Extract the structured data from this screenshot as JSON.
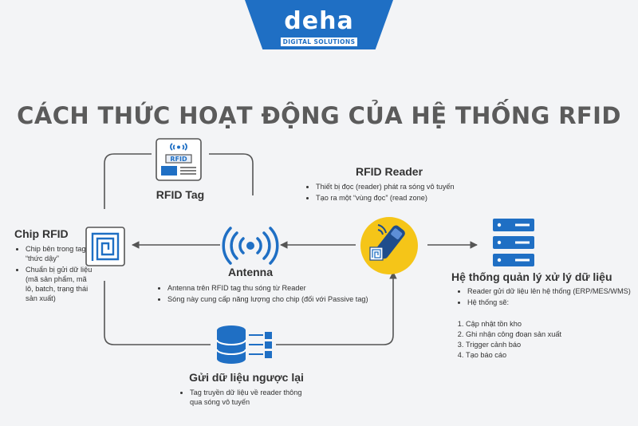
{
  "logo": {
    "name": "deha",
    "sub": "DIGITAL SOLUTIONS"
  },
  "title": "CÁCH THỨC HOẠT ĐỘNG CỦA HỆ THỐNG RFID",
  "rfid_tag": {
    "title": "RFID Tag",
    "card_label": "RFID"
  },
  "rfid_reader": {
    "title": "RFID Reader",
    "bullets": [
      "Thiết bị đọc (reader) phát ra sóng vô tuyến",
      "Tạo ra một “vùng đọc” (read zone)"
    ]
  },
  "chip": {
    "title": "Chip RFID",
    "bullets": [
      "Chip bên trong tag “thức dậy”",
      "Chuẩn bị gửi dữ liệu (mã sản phẩm, mã lô, batch, trạng thái sản xuất)"
    ]
  },
  "antenna": {
    "title": "Antenna",
    "bullets": [
      "Antenna trên RFID tag thu sóng từ Reader",
      "Sóng này cung cấp năng lượng cho chip (đối với Passive tag)"
    ]
  },
  "send_back": {
    "title": "Gửi dữ liệu ngược lại",
    "bullets": [
      "Tag truyền dữ liệu về reader thông qua sóng vô tuyến"
    ]
  },
  "system": {
    "title": "Hệ thống quản lý xử lý dữ liệu",
    "bullets": [
      "Reader gửi dữ liệu lên hệ thống (ERP/MES/WMS)",
      "Hệ thống sẽ:"
    ],
    "steps": [
      "Cập nhật tồn kho",
      "Ghi nhận công đoạn sản xuất",
      "Trigger cảnh báo",
      "Tạo báo cáo"
    ]
  },
  "colors": {
    "primary": "#1f6fc4",
    "reader_bg": "#f5c518",
    "line": "#555555",
    "text": "#333333"
  },
  "icons": {
    "tag": "rfid-tag-card-icon",
    "chip": "chip-spiral-icon",
    "antenna": "antenna-waves-icon",
    "reader": "rfid-scanner-icon",
    "server": "server-rack-icon",
    "database": "database-transfer-icon"
  }
}
